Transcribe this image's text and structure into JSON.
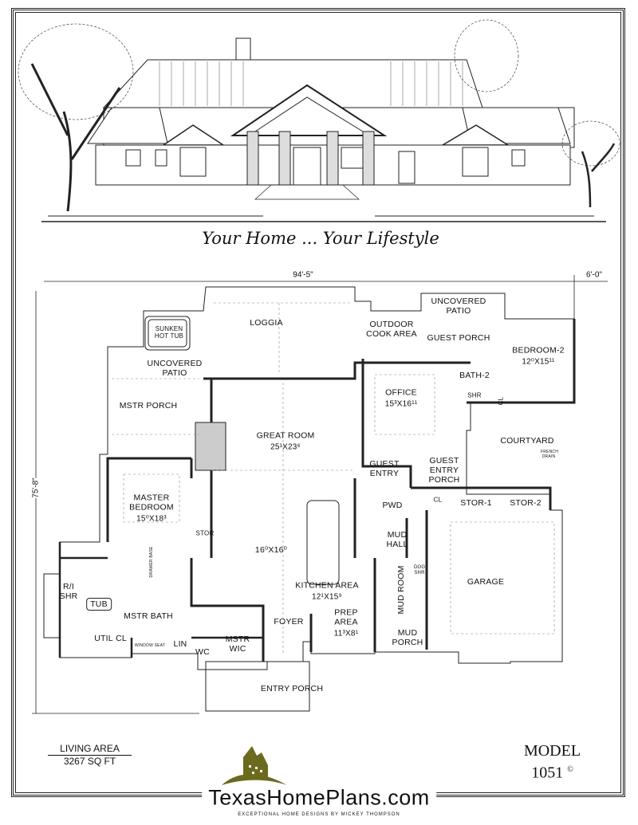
{
  "tagline": "Your Home ... Your Lifestyle",
  "dimensions": {
    "width": "94'-5\"",
    "extra_width": "6'-0\"",
    "depth": "75'-8\""
  },
  "rooms": [
    {
      "name": "LOGGIA"
    },
    {
      "name": "SUNKEN HOT TUB"
    },
    {
      "name": "UNCOVERED PATIO"
    },
    {
      "name": "OUTDOOR COOK AREA"
    },
    {
      "name": "UNCOVERED PATIO"
    },
    {
      "name": "GUEST PORCH"
    },
    {
      "name": "BEDROOM-2",
      "dims": "12⁰X15¹¹"
    },
    {
      "name": "BATH-2"
    },
    {
      "name": "OFFICE",
      "dims": "15³X16¹¹"
    },
    {
      "name": "MSTR PORCH"
    },
    {
      "name": "GREAT ROOM",
      "dims": "25¹X23⁶"
    },
    {
      "name": "COURTYARD"
    },
    {
      "name": "GUEST ENTRY"
    },
    {
      "name": "GUEST ENTRY PORCH"
    },
    {
      "name": "MASTER BEDROOM",
      "dims": "15⁰X18³"
    },
    {
      "name": "PWD"
    },
    {
      "name": "STOR-1"
    },
    {
      "name": "STOR-2"
    },
    {
      "name": "STOR"
    },
    {
      "name": "",
      "dims": "16⁰X16⁰"
    },
    {
      "name": "MUD HALL"
    },
    {
      "name": "GARAGE"
    },
    {
      "name": "KITCHEN AREA",
      "dims": "12¹X15⁹"
    },
    {
      "name": "MUD ROOM"
    },
    {
      "name": "R/I SHR"
    },
    {
      "name": "TUB"
    },
    {
      "name": "MSTR BATH"
    },
    {
      "name": "PREP AREA",
      "dims": "11³X8¹"
    },
    {
      "name": "FOYER"
    },
    {
      "name": "UTIL"
    },
    {
      "name": "CL"
    },
    {
      "name": "MSTR WIC"
    },
    {
      "name": "LIN"
    },
    {
      "name": "WC"
    },
    {
      "name": "MUD PORCH"
    },
    {
      "name": "ENTRY PORCH"
    },
    {
      "name": "SHR"
    },
    {
      "name": "CL"
    },
    {
      "name": "CL"
    },
    {
      "name": "DOG SHR"
    },
    {
      "name": "FRENCH DRAIN"
    },
    {
      "name": "WINDOW SEAT"
    },
    {
      "name": "DRAWER BASE"
    }
  ],
  "living_area": {
    "label": "LIVING AREA",
    "value": "3267 SQ FT"
  },
  "model": {
    "label": "MODEL",
    "number": "1051",
    "copyright": "©"
  },
  "brand": {
    "name": "TexasHomePlans.com",
    "subtitle": "EXCEPTIONAL HOME DESIGNS BY MICKEY THOMPSON",
    "logo_color": "#6b6a1e"
  }
}
